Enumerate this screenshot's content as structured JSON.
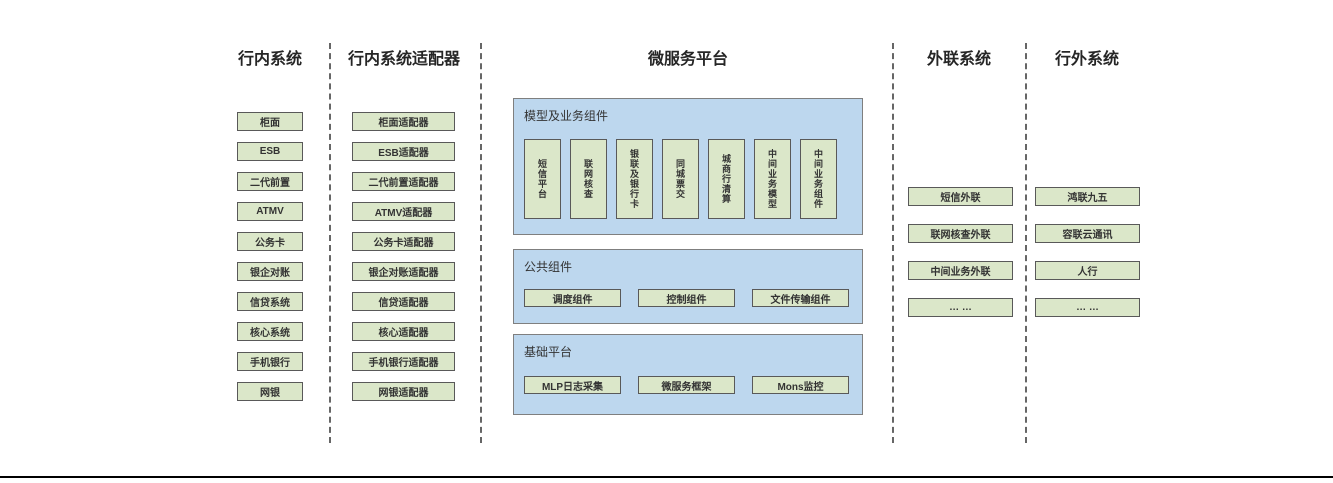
{
  "colors": {
    "background": "#ffffff",
    "green_box_fill": "#dbe7c9",
    "green_box_border": "#595959",
    "blue_panel_fill": "#bdd7ee",
    "blue_panel_border": "#7f7f7f",
    "text": "#333333",
    "divider": "#666666",
    "baseline": "#000000"
  },
  "sections": {
    "internal": {
      "title": "行内系统",
      "items": [
        "柜面",
        "ESB",
        "二代前置",
        "ATMV",
        "公务卡",
        "银企对账",
        "信贷系统",
        "核心系统",
        "手机银行",
        "网银"
      ]
    },
    "adapters": {
      "title": "行内系统适配器",
      "items": [
        "柜面适配器",
        "ESB适配器",
        "二代前置适配器",
        "ATMV适配器",
        "公务卡适配器",
        "银企对账适配器",
        "信贷适配器",
        "核心适配器",
        "手机银行适配器",
        "网银适配器"
      ]
    },
    "platform": {
      "title": "微服务平台",
      "model_panel": {
        "label": "模型及业务组件",
        "items": [
          "短信平台",
          "联网核查",
          "银联及银行卡",
          "同城票交",
          "城商行清算",
          "中间业务模型",
          "中间业务组件"
        ]
      },
      "common_panel": {
        "label": "公共组件",
        "items": [
          "调度组件",
          "控制组件",
          "文件传输组件"
        ]
      },
      "base_panel": {
        "label": "基础平台",
        "items": [
          "MLP日志采集",
          "微服务框架",
          "Mons监控"
        ]
      }
    },
    "external": {
      "title": "外联系统",
      "items": [
        "短信外联",
        "联网核查外联",
        "中间业务外联",
        "… …"
      ]
    },
    "outside": {
      "title": "行外系统",
      "items": [
        "鸿联九五",
        "容联云通讯",
        "人行",
        "… …"
      ]
    }
  }
}
